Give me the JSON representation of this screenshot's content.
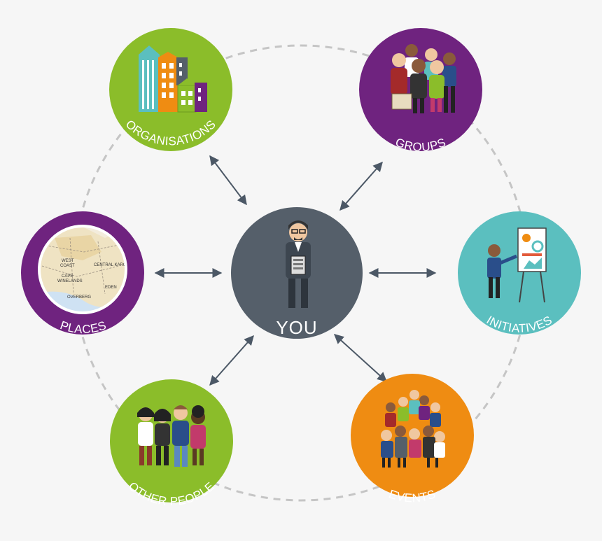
{
  "center": {
    "label": "YOU",
    "color": "#555f6a"
  },
  "nodes": [
    {
      "id": "organisations",
      "label": "ORGANISATIONS",
      "color": "#8bbd2a",
      "icon": "buildings-icon"
    },
    {
      "id": "groups",
      "label": "GROUPS",
      "color": "#6f237f",
      "icon": "group-of-people-icon"
    },
    {
      "id": "initiatives",
      "label": "INITIATIVES",
      "color": "#5bbfbf",
      "icon": "presenter-flipchart-icon"
    },
    {
      "id": "events",
      "label": "EVENTS",
      "color": "#ef8c12",
      "icon": "crowd-icon"
    },
    {
      "id": "other_people",
      "label": "OTHER PEOPLE",
      "color": "#8bbd2a",
      "icon": "people-icon"
    },
    {
      "id": "places",
      "label": "PLACES",
      "color": "#6f237f",
      "icon": "map-icon"
    }
  ],
  "map_labels": [
    "WEST",
    "COAST",
    "CAPE",
    "WINELANDS",
    "CENTRAL KAROO",
    "EDEN",
    "OVERBERG"
  ]
}
